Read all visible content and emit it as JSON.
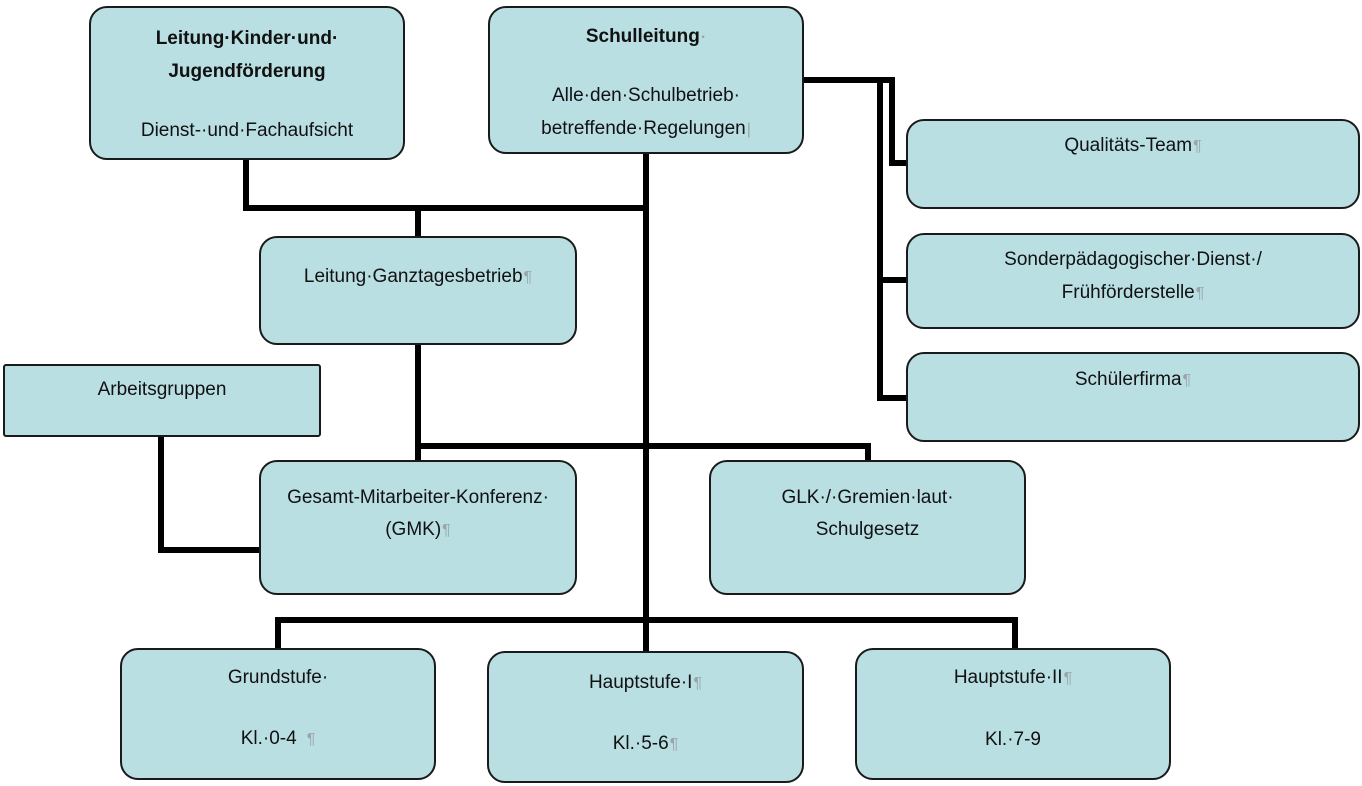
{
  "nodes": {
    "kinder": {
      "title_line1": "Leitung·Kinder·und·",
      "title_line2": "Jugendförderung",
      "sub": "Dienst-·und·Fachaufsicht"
    },
    "schulleitung": {
      "title": "Schulleitung",
      "title_mark": "·",
      "sub_line1": "Alle·den·Schulbetrieb·",
      "sub_line2": "betreffende·Regelungen",
      "sub_mark": "|"
    },
    "qualitaet": {
      "label": "Qualitäts-Team",
      "mark": "¶"
    },
    "sonder": {
      "line1": "Sonderpädagogischer·Dienst·/",
      "line2": "Frühförderstelle",
      "mark": "¶"
    },
    "schuelerfirma": {
      "label": "Schülerfirma",
      "mark": "¶"
    },
    "ganztag": {
      "label": "Leitung·Ganztagesbetrieb",
      "mark": "¶"
    },
    "arbeitsgruppen": {
      "label": "Arbeitsgruppen"
    },
    "gmk": {
      "line1": "Gesamt-Mitarbeiter-Konferenz·",
      "line2": "(GMK)",
      "mark": "¶"
    },
    "glk": {
      "line1": "GLK·/·Gremien·laut·",
      "line2": "Schulgesetz"
    },
    "grundstufe": {
      "title": "Grundstufe·",
      "classes": "Kl.·0-4",
      "mark": "¶"
    },
    "hauptstufe1": {
      "title": "Hauptstufe·I",
      "title_mark": "¶",
      "classes": "Kl.·5-6",
      "classes_mark": "¶"
    },
    "hauptstufe2": {
      "title": "Hauptstufe·II",
      "title_mark": "¶",
      "classes": "Kl.·7-9"
    }
  },
  "colors": {
    "box_fill": "#b9dfe3",
    "box_border": "#1a1a1a",
    "connector": "#000000"
  }
}
